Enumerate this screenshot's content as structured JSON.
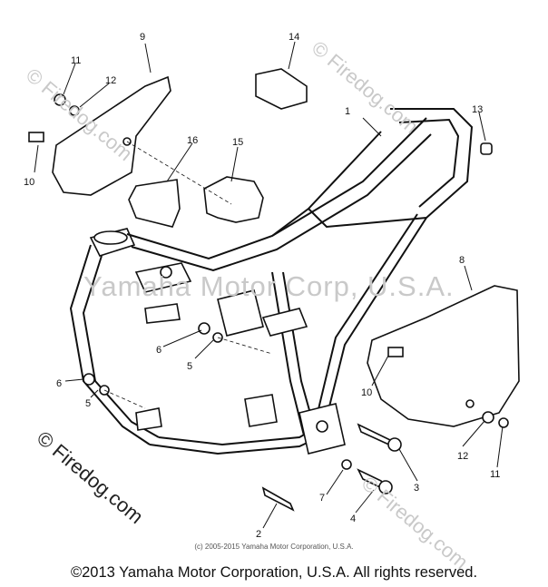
{
  "watermark": {
    "center": "Yamaha Motor Corp, U.S.A.",
    "brand": "© Firedog.com"
  },
  "callouts": [
    "1",
    "2",
    "3",
    "4",
    "5",
    "5",
    "6",
    "6",
    "7",
    "8",
    "9",
    "10",
    "10",
    "11",
    "11",
    "12",
    "12",
    "13",
    "14",
    "15",
    "16"
  ],
  "small_copyright": "(c) 2005-2015 Yamaha Motor Corporation, U.S.A.",
  "footer": "©2013 Yamaha Motor Corporation, U.S.A. All rights reserved."
}
